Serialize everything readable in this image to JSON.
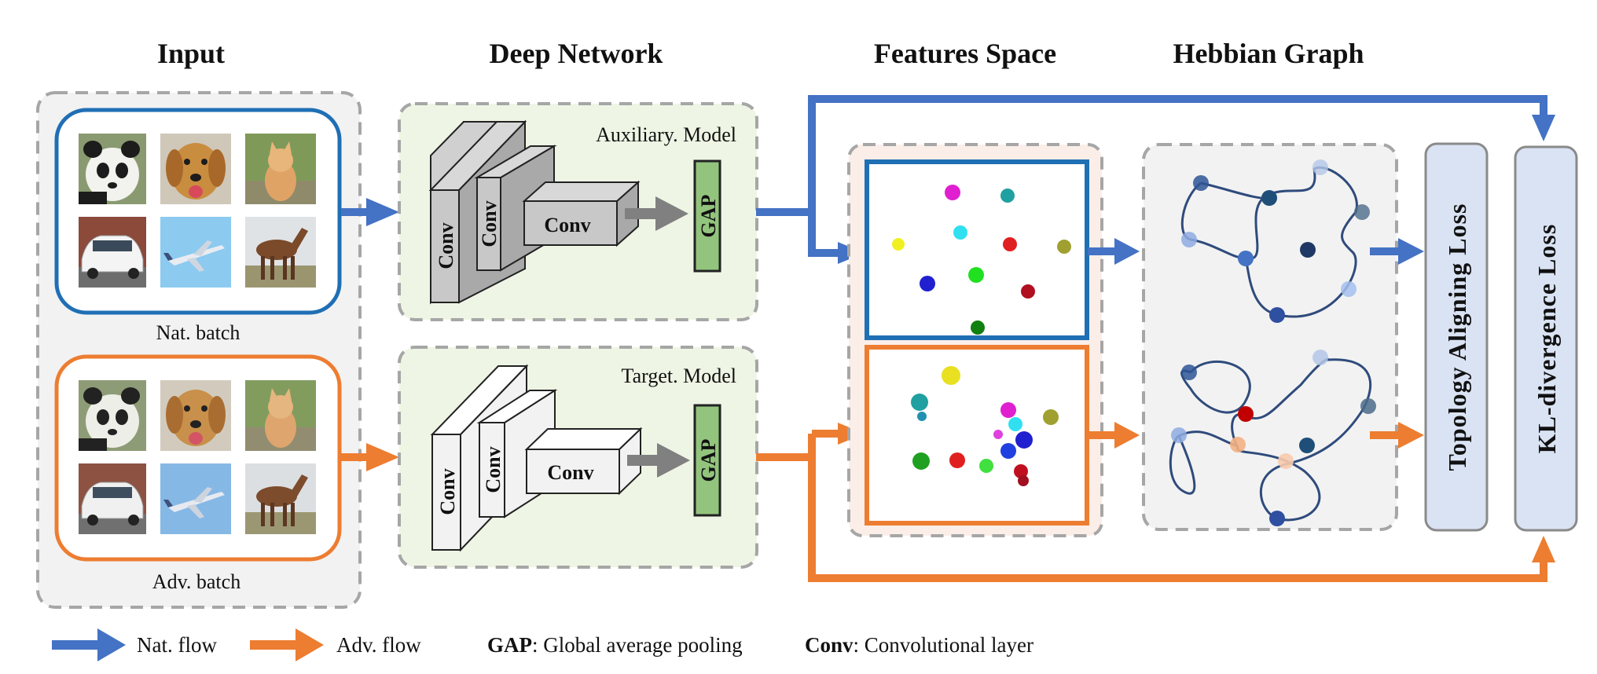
{
  "headers": {
    "input": "Input",
    "deep_network": "Deep Network",
    "features_space": "Features Space",
    "hebbian_graph": "Hebbian Graph"
  },
  "input": {
    "nat_caption": "Nat. batch",
    "adv_caption": "Adv. batch",
    "image_subjects": [
      "panda",
      "dog",
      "cat",
      "car",
      "airplane",
      "horse"
    ]
  },
  "network": {
    "auxiliary_label": "Auxiliary. Model",
    "target_label": "Target. Model",
    "conv_label": "Conv",
    "gap_label": "GAP"
  },
  "losses": {
    "topology": "Topology Aligning  Loss",
    "kl": "KL-divergence  Loss"
  },
  "legend": {
    "nat_flow": "Nat. flow",
    "adv_flow": "Adv. flow",
    "gap_term": "GAP",
    "gap_def": ": Global average pooling",
    "conv_term": "Conv",
    "conv_def": ": Convolutional layer"
  },
  "colors": {
    "nat_flow": "#4472c4",
    "adv_flow": "#ed7d31",
    "nat_frame": "#1f6fb5",
    "adv_frame": "#ed7d31",
    "gap_fill": "#93c47d",
    "network_panel": "#eef5e4",
    "loss_fill": "#dae3f3",
    "graph_node_dark": "#2f5597",
    "graph_node_light": "#b4c7e7",
    "graph_node_red": "#c00000"
  }
}
